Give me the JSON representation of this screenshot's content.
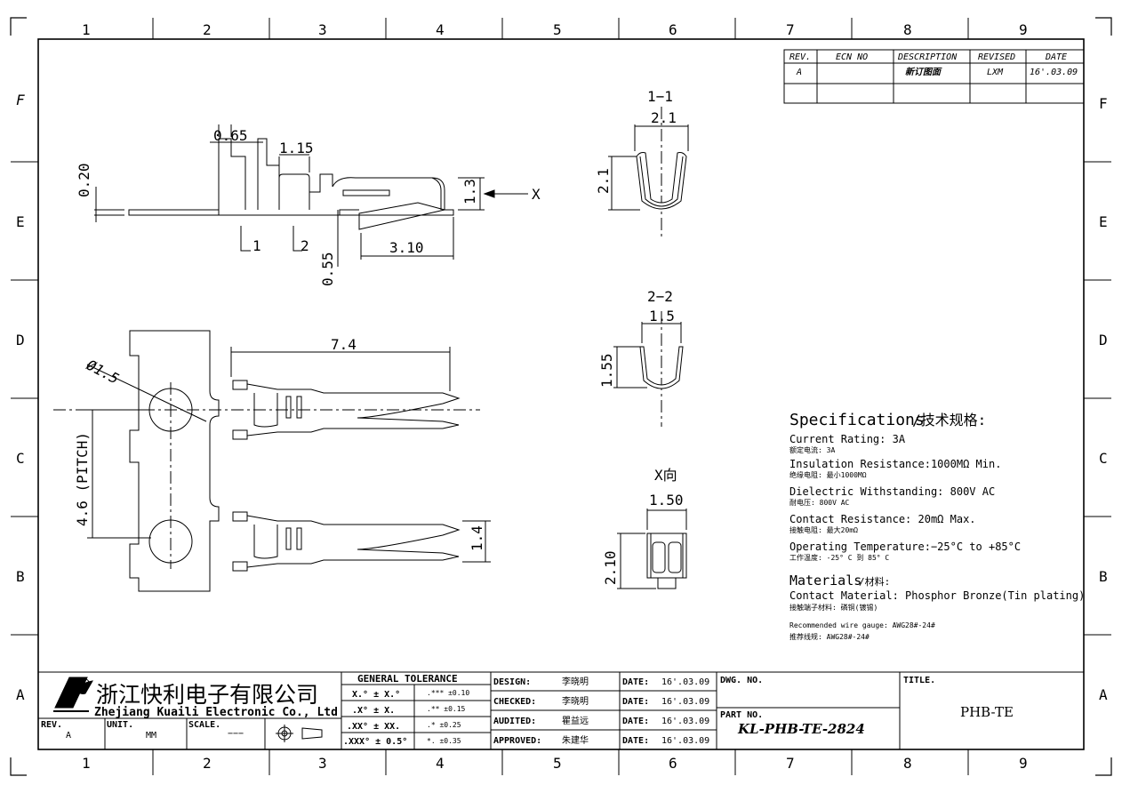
{
  "grid": {
    "columns": [
      "1",
      "2",
      "3",
      "4",
      "5",
      "6",
      "7",
      "8",
      "9"
    ],
    "rows_left": [
      "F",
      "E",
      "D",
      "C",
      "B",
      "A"
    ],
    "rows_right": [
      "F",
      "E",
      "D",
      "C",
      "B",
      "A"
    ]
  },
  "revision_table": {
    "headers": [
      "REV.",
      "ECN NO",
      "DESCRIPTION",
      "REVISED",
      "DATE"
    ],
    "row": [
      "A",
      "",
      "新订图面",
      "LXM",
      "16'.03.09"
    ]
  },
  "dimensions": {
    "d065": "0.65",
    "d115": "1.15",
    "d020": "0.20",
    "d13": "1.3",
    "x_label": "X",
    "d310": "3.10",
    "d055": "0.55",
    "sec1_label": "1",
    "sec2_label": "2",
    "d74": "7.4",
    "phi15": "Ø1.5",
    "pitch": "4.6 (PITCH)",
    "d14": "1.4"
  },
  "sections": {
    "s11": {
      "title": "1−1",
      "width": "2.1",
      "height": "2.1"
    },
    "s22": {
      "title": "2−2",
      "width": "1.5",
      "height": "1.55"
    },
    "sx": {
      "title": "X向",
      "width": "1.50",
      "height": "2.10"
    }
  },
  "specs": {
    "title": "Specifications",
    "title_cn": "/技术规格:",
    "items": [
      {
        "en": "Current Rating:  3A",
        "cn": "额定电流: 3A"
      },
      {
        "en": "Insulation Resistance:1000MΩ  Min.",
        "cn": "绝缘电阻: 最小1000MΩ"
      },
      {
        "en": "Dielectric Withstanding: 800V AC",
        "cn": "耐电压: 800V AC"
      },
      {
        "en": "Contact Resistance:  20mΩ  Max.",
        "cn": "接触电阻: 最大20mΩ"
      },
      {
        "en": "Operating Temperature:−25°C to +85°C",
        "cn": "工作温度: -25° C 到 85° C"
      }
    ],
    "materials_title": "Materials",
    "materials_title_cn": "/材料:",
    "materials": [
      {
        "en": "Contact Material: Phosphor Bronze(Tin plating)",
        "cn": "接触端子材料: 磷铜(镀锡)"
      },
      {
        "en": "Recommended wire gauge:  AWG28#-24#",
        "cn": "推荐线规:  AWG28#-24#"
      }
    ]
  },
  "title_block": {
    "company_cn": "浙江快利电子有限公司",
    "company_en": "Zhejiang Kuaili Electronic Co., Ltd",
    "rev_label": "REV.",
    "rev_value": "A",
    "unit_label": "UNIT.",
    "unit_value": "MM",
    "scale_label": "SCALE.",
    "scale_value": "−−−",
    "tolerance_title": "GENERAL TOLERANCE",
    "tolerance_rows": [
      {
        "left": "X.° ± X.°",
        "right": ".***  ±0.10"
      },
      {
        "left": ".X° ± X.",
        "right": ".**  ±0.15"
      },
      {
        "left": ".XX° ± XX.",
        "right": ".*  ±0.25"
      },
      {
        "left": ".XXX° ± 0.5°",
        "right": "*.  ±0.35"
      }
    ],
    "people": [
      {
        "label": "DESIGN:",
        "name": "李晓明",
        "date_label": "DATE:",
        "date": "16'.03.09"
      },
      {
        "label": "CHECKED:",
        "name": "李晓明",
        "date_label": "DATE:",
        "date": "16'.03.09"
      },
      {
        "label": "AUDITED:",
        "name": "瞿益远",
        "date_label": "DATE:",
        "date": "16'.03.09"
      },
      {
        "label": "APPROVED:",
        "name": "朱建华",
        "date_label": "DATE:",
        "date": "16'.03.09"
      }
    ],
    "dwg_no_label": "DWG. NO.",
    "part_no_label": "PART NO.",
    "part_no": "KL-PHB-TE-2824",
    "title_label": "TITLE.",
    "title": "PHB-TE"
  }
}
